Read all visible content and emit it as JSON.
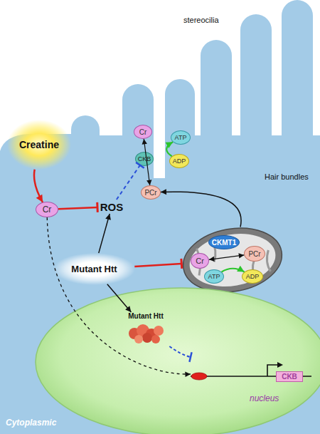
{
  "diagram": {
    "nodes": [
      {
        "text": [
          "Creatine"
        ]
      },
      {
        "text": [
          "Cr"
        ]
      },
      {
        "text": [
          "ROS"
        ]
      },
      {
        "text": [
          "Mutant Htt"
        ]
      },
      {
        "text": [
          "Cr"
        ]
      },
      {
        "text": [
          "ATP"
        ]
      },
      {
        "text": [
          "CKB"
        ]
      },
      {
        "text": [
          "ADP"
        ]
      },
      {
        "text": [
          "PCr"
        ]
      },
      {
        "text": []
      },
      {
        "text": [
          "Cr"
        ],
        "in": 9
      },
      {
        "text": [
          "CKMT1"
        ],
        "in": 9
      },
      {
        "text": [
          "PCr"
        ],
        "in": 9
      },
      {
        "text": [
          "ATP"
        ],
        "in": 9
      },
      {
        "text": [
          "ADP"
        ],
        "in": 9
      },
      {
        "text": [
          "nucleus"
        ]
      },
      {
        "text": [
          "Mutant Htt"
        ],
        "in": 15
      },
      {
        "text": [
          "CKB"
        ],
        "in": 15
      }
    ],
    "edges": [
      {
        "from": 0,
        "to": 1,
        "arrow": "to"
      },
      {
        "from": 1,
        "to": 2,
        "arrow": "to"
      },
      {
        "from": 3,
        "to": 2,
        "arrow": "to"
      },
      {
        "from": 2,
        "to": 6,
        "arrow": "to"
      },
      {
        "from": 3,
        "to": 9,
        "arrow": "to"
      },
      {
        "from": 3,
        "to": 16,
        "arrow": "to"
      },
      {
        "from": 9,
        "to": 8,
        "arrow": "to"
      },
      {
        "from": 1,
        "to": 17,
        "arrow": "to"
      },
      {
        "from": 16,
        "to": 17,
        "arrow": "to"
      },
      {
        "from": 4,
        "to": 8,
        "arrow": "both"
      },
      {
        "from": 7,
        "to": 5,
        "arrow": "to"
      },
      {
        "from": 10,
        "to": 12,
        "arrow": "both"
      },
      {
        "from": 13,
        "to": 14,
        "arrow": "to"
      }
    ],
    "labels": [
      "stereocilia",
      "Hair bundles",
      "Cytoplasmic"
    ]
  }
}
